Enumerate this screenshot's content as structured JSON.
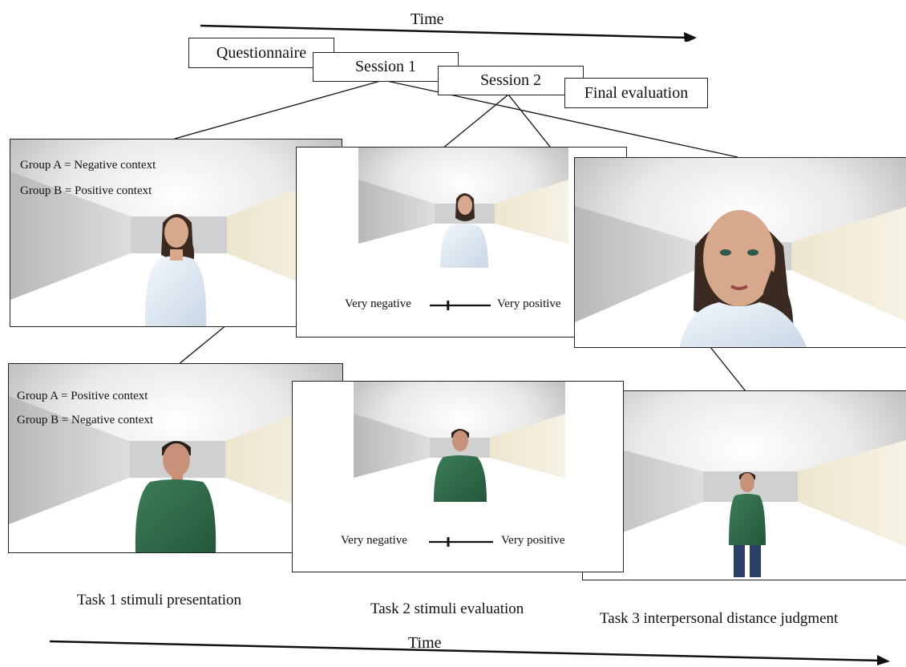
{
  "timeline": {
    "top_label": "Time",
    "bottom_label": "Time"
  },
  "phases": [
    {
      "label": "Questionnaire"
    },
    {
      "label": "Session 1"
    },
    {
      "label": "Session 2"
    },
    {
      "label": "Final evaluation"
    }
  ],
  "session1": {
    "task1": {
      "group_a": "Group A = Negative context",
      "group_b": "Group B = Positive context",
      "character": "female avatar"
    },
    "task2": {
      "scale_left": "Very negative",
      "scale_right": "Very positive",
      "scale_value": 0.3
    },
    "task3": {
      "character": "female avatar close-up"
    }
  },
  "session2": {
    "task1": {
      "group_a": "Group A = Positive context",
      "group_b": "Group B = Negative context",
      "character": "male avatar"
    },
    "task2": {
      "scale_left": "Very negative",
      "scale_right": "Very positive",
      "scale_value": 0.3
    },
    "task3": {
      "character": "male avatar far"
    }
  },
  "tasks": [
    {
      "label": "Task 1 stimuli presentation"
    },
    {
      "label": "Task 2 stimuli evaluation"
    },
    {
      "label": "Task 3 interpersonal distance judgment"
    }
  ],
  "colors": {
    "shirt_female": "#e3edf6",
    "shirt_male": "#2f6b4a",
    "room_wall": "#d9d9d9",
    "room_floor": "#ffffff",
    "side_wall": "#f1ecdc"
  }
}
